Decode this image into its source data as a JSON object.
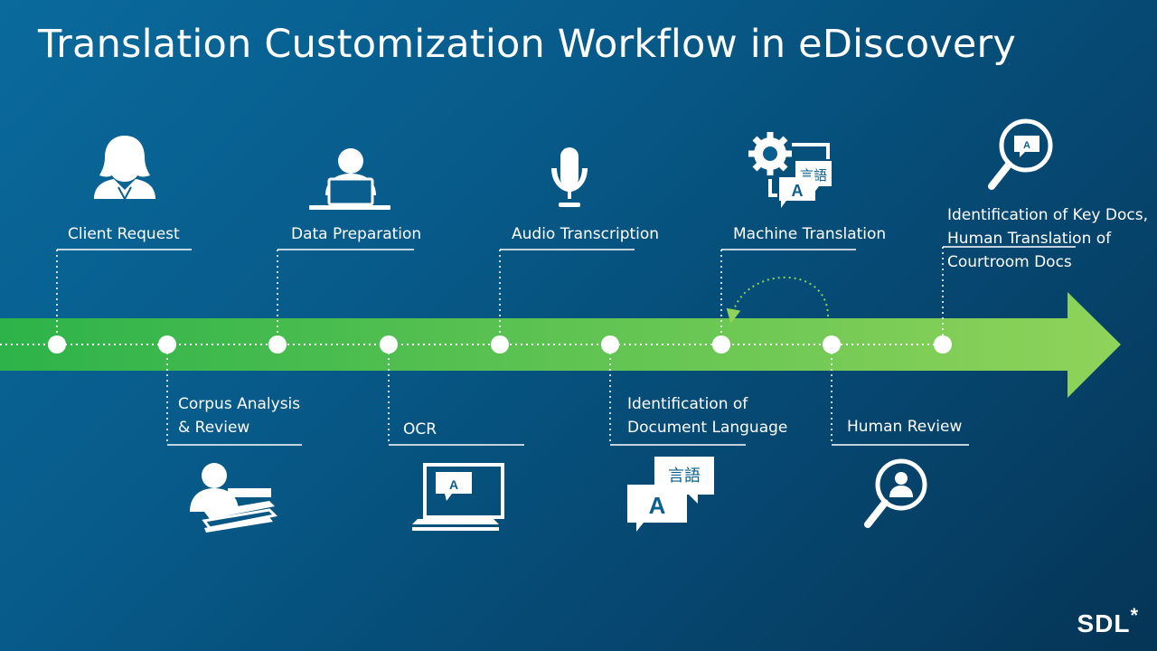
{
  "title": "Translation Customization Workflow in eDiscovery",
  "logo": "SDL",
  "logo_mark": "*",
  "colors": {
    "arrow_start": "#2db34a",
    "arrow_end": "#8fd35a",
    "loop_arrow": "#8fd35a"
  },
  "steps": [
    {
      "label": "Client Request",
      "position": "top",
      "icon": "client-person-icon"
    },
    {
      "label_lines": [
        "Corpus Analysis",
        "& Review"
      ],
      "position": "bottom",
      "icon": "people-books-icon"
    },
    {
      "label": "Data Preparation",
      "position": "top",
      "icon": "person-laptop-icon"
    },
    {
      "label": "OCR",
      "position": "bottom",
      "icon": "computer-ocr-icon"
    },
    {
      "label": "Audio Transcription",
      "position": "top",
      "icon": "microphone-icon"
    },
    {
      "label_lines": [
        "Identification of",
        "Document Language"
      ],
      "position": "bottom",
      "icon": "language-bubbles-icon"
    },
    {
      "label": "Machine Translation",
      "position": "top",
      "icon": "gear-translation-icon"
    },
    {
      "label": "Human Review",
      "position": "bottom",
      "icon": "magnifier-person-icon"
    },
    {
      "label_lines": [
        "Identification of Key Docs,",
        "Human Translation of",
        "Courtroom Docs"
      ],
      "position": "top",
      "icon": "magnifier-document-icon"
    }
  ]
}
